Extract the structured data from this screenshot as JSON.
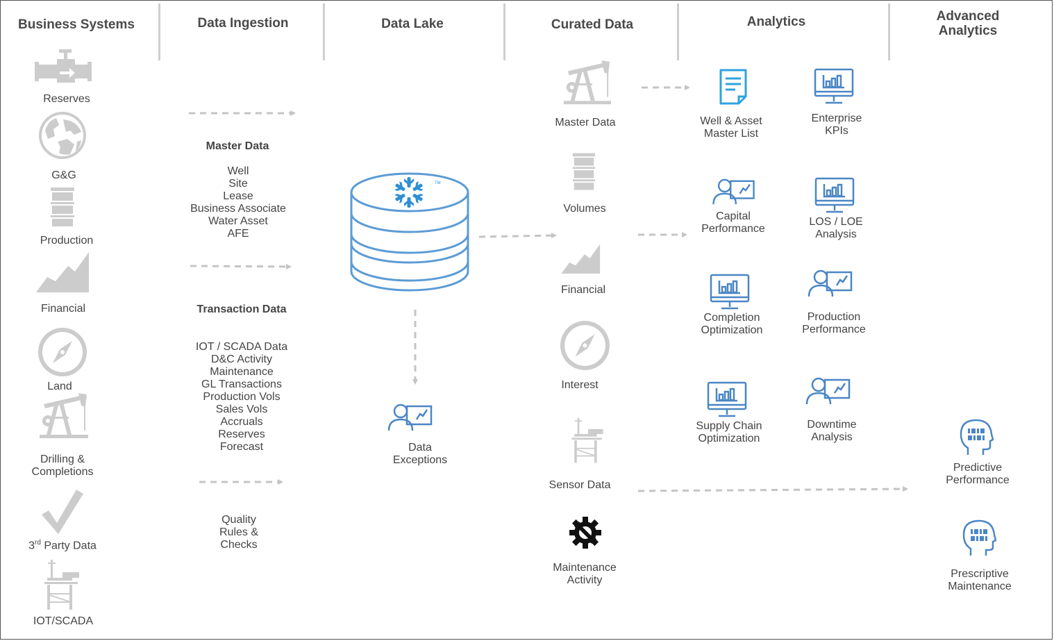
{
  "headers": {
    "business_systems": "Business Systems",
    "data_ingestion": "Data Ingestion",
    "data_lake": "Data Lake",
    "curated_data": "Curated Data",
    "analytics": "Analytics",
    "advanced_analytics_line1": "Advanced",
    "advanced_analytics_line2": "Analytics"
  },
  "business_systems": {
    "reserves": "Reserves",
    "gg": "G&G",
    "production": "Production",
    "financial": "Financial",
    "land": "Land",
    "drilling_line1": "Drilling &",
    "drilling_line2": "Completions",
    "third_party_num": "3",
    "third_party_sup": "rd",
    "third_party_rest": " Party Data",
    "iot_scada": "IOT/SCADA"
  },
  "ingestion": {
    "master_title": "Master Data",
    "master_items": [
      "Well",
      "Site",
      "Lease",
      "Business Associate",
      "Water Asset",
      "AFE"
    ],
    "transaction_title": "Transaction Data",
    "transaction_items": [
      "IOT / SCADA Data",
      "D&C Activity",
      "Maintenance",
      "GL Transactions",
      "Production Vols",
      "Sales Vols",
      "Accruals",
      "Reserves",
      "Forecast"
    ],
    "quality_items": [
      "Quality",
      "Rules &",
      "Checks"
    ]
  },
  "data_lake": {
    "exceptions_line1": "Data",
    "exceptions_line2": "Exceptions"
  },
  "curated": {
    "master_data": "Master Data",
    "volumes": "Volumes",
    "financial": "Financial",
    "interest": "Interest",
    "sensor_data": "Sensor Data",
    "maintenance_line1": "Maintenance",
    "maintenance_line2": "Activity"
  },
  "analytics": {
    "well_asset_line1": "Well & Asset",
    "well_asset_line2": "Master List",
    "enterprise_line1": "Enterprise",
    "enterprise_line2": "KPIs",
    "capital_line1": "Capital",
    "capital_line2": "Performance",
    "los_line1": "LOS / LOE",
    "los_line2": "Analysis",
    "completion_line1": "Completion",
    "completion_line2": "Optimization",
    "production_line1": "Production",
    "production_line2": "Performance",
    "supply_line1": "Supply Chain",
    "supply_line2": "Optimization",
    "downtime_line1": "Downtime",
    "downtime_line2": "Analysis"
  },
  "advanced": {
    "predictive_line1": "Predictive",
    "predictive_line2": "Performance",
    "prescriptive_line1": "Prescriptive",
    "prescriptive_line2": "Maintenance"
  },
  "colors": {
    "icon_gray": "#cccccc",
    "icon_blue": "#4a86c5",
    "doc_blue": "#2ea3dc",
    "arrow_gray": "#c4c4c4",
    "separator": "#cfcfcf"
  }
}
